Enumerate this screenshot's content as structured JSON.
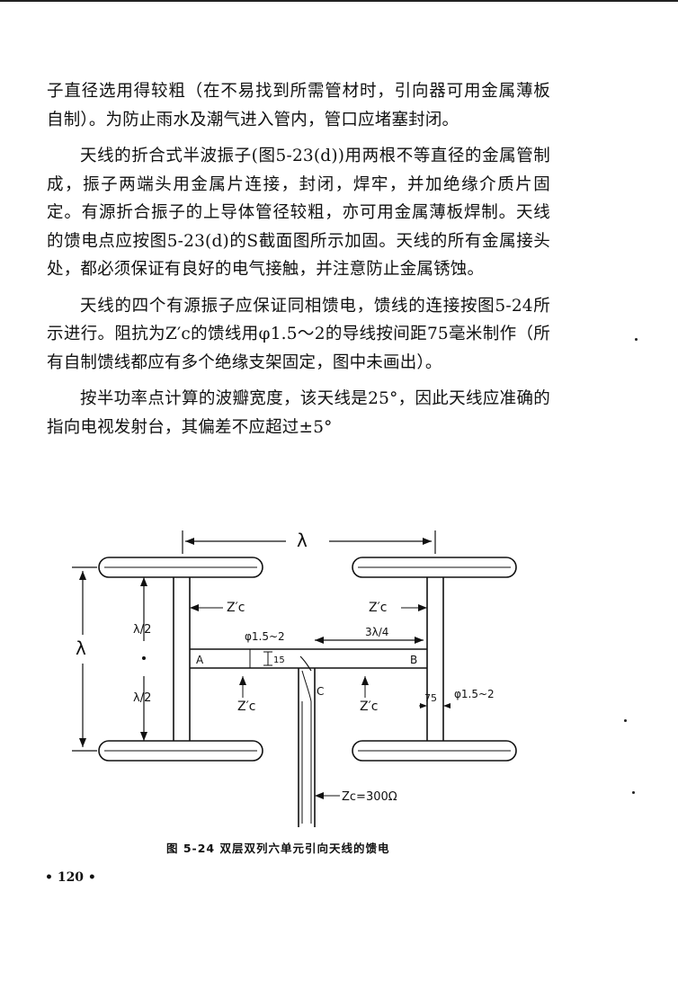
{
  "paragraphs": [
    "子直径选用得较粗（在不易找到所需管材时，引向器可用金属薄板自制）。为防止雨水及潮气进入管内，管口应堵塞封闭。",
    "天线的折合式半波振子(图5-23(d))用两根不等直径的金属管制成，振子两端头用金属片连接，封闭，焊牢，并加绝缘介质片固定。有源折合振子的上导体管径较粗，亦可用金属薄板焊制。天线的馈电点应按图5-23(d)的S截面图所示加固。天线的所有金属接头处，都必须保证有良好的电气接触，并注意防止金属锈蚀。",
    "天线的四个有源振子应保证同相馈电，馈线的连接按图5-24所示进行。阻抗为Z′c的馈线用φ1.5～2的导线按间距75毫米制作（所有自制馈线都应有多个绝缘支架固定，图中未画出）。",
    "按半功率点计算的波瓣宽度，该天线是25°，因此天线应准确的指向电视发射台，其偏差不应超过±5°"
  ],
  "figure": {
    "lambda": "λ",
    "half_lambda": "λ/2",
    "zc_prime": "Z′c",
    "wire_spec": "φ1.5~2",
    "three_quarter_lambda": "3λ/4",
    "point_a": "A",
    "point_b": "B",
    "point_c": "C",
    "spacing_75": "75",
    "spacing_15": "15",
    "main_feeder": "Zc=300Ω"
  },
  "caption": "图 5-24 双层双列六单元引向天线的馈电",
  "page_number": "• 120 •"
}
